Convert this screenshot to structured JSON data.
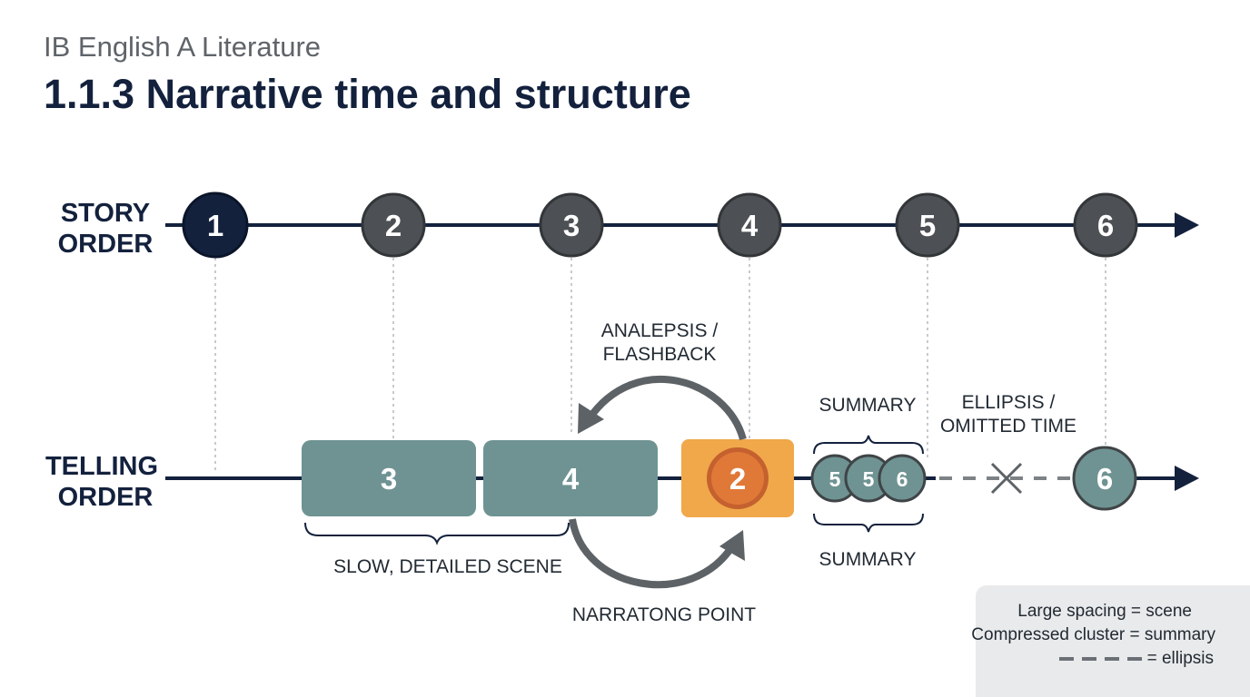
{
  "header": {
    "course": "IB English A Literature",
    "title": "1.1.3 Narrative time and structure"
  },
  "rows": {
    "story_order": [
      "STORY",
      "ORDER"
    ],
    "telling_order": [
      "TELLING",
      "ORDER"
    ]
  },
  "story_nodes": [
    "1",
    "2",
    "3",
    "4",
    "5",
    "6"
  ],
  "telling": {
    "scene_blocks": [
      "3",
      "4"
    ],
    "narrating_point": "2",
    "summary_circles": [
      "5",
      "5",
      "6"
    ],
    "final_node": "6"
  },
  "annotations": {
    "analepsis": [
      "ANALEPSIS /",
      "FLASHBACK"
    ],
    "summary_top": "SUMMARY",
    "summary_bottom": "SUMMARY",
    "ellipsis": [
      "ELLIPSIS /",
      "OMITTED TIME"
    ],
    "slow_scene": "SLOW, DETAILED SCENE",
    "narrating_point": "NARRATONG POINT"
  },
  "legend": {
    "scene": "Large spacing = scene",
    "summary": "Compressed cluster = summary",
    "ellipsis": "= ellipsis"
  },
  "colors": {
    "navy": "#13213d",
    "story_node": "#4d5054",
    "teal": "#6f9393",
    "orange_box": "#f0a84a",
    "orange_circle": "#e07838",
    "connector": "#c8cacc"
  }
}
